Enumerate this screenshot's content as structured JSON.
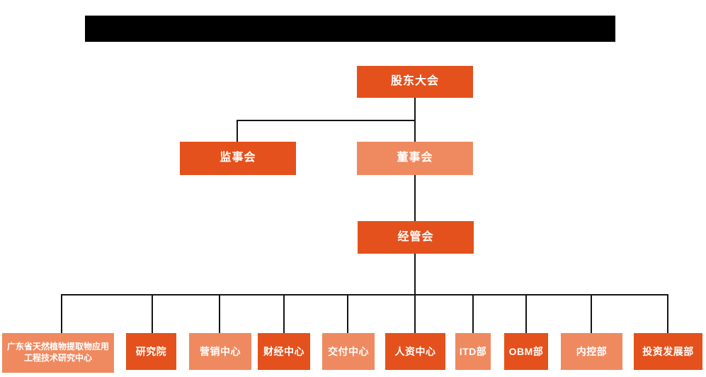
{
  "colors": {
    "node_primary": "#e4511c",
    "node_secondary": "#ef8a60",
    "connector_line": "#141414",
    "redacted_bar": "#000000",
    "node_text": "#ffffff"
  },
  "org_chart": {
    "level1": {
      "label": "股东大会",
      "variant": "primary"
    },
    "level2": [
      {
        "label": "监事会",
        "variant": "primary"
      },
      {
        "label": "董事会",
        "variant": "secondary"
      }
    ],
    "level3": {
      "label": "经管会",
      "variant": "primary"
    },
    "departments": [
      {
        "label": "广东省天然植物提取物应用工程技术研究中心",
        "variant": "secondary"
      },
      {
        "label": "研究院",
        "variant": "primary"
      },
      {
        "label": "营销中心",
        "variant": "secondary"
      },
      {
        "label": "财经中心",
        "variant": "primary"
      },
      {
        "label": "交付中心",
        "variant": "secondary"
      },
      {
        "label": "人资中心",
        "variant": "primary"
      },
      {
        "label": "ITD部",
        "variant": "secondary"
      },
      {
        "label": "OBM部",
        "variant": "primary"
      },
      {
        "label": "内控部",
        "variant": "secondary"
      },
      {
        "label": "投资发展部",
        "variant": "primary"
      }
    ]
  }
}
